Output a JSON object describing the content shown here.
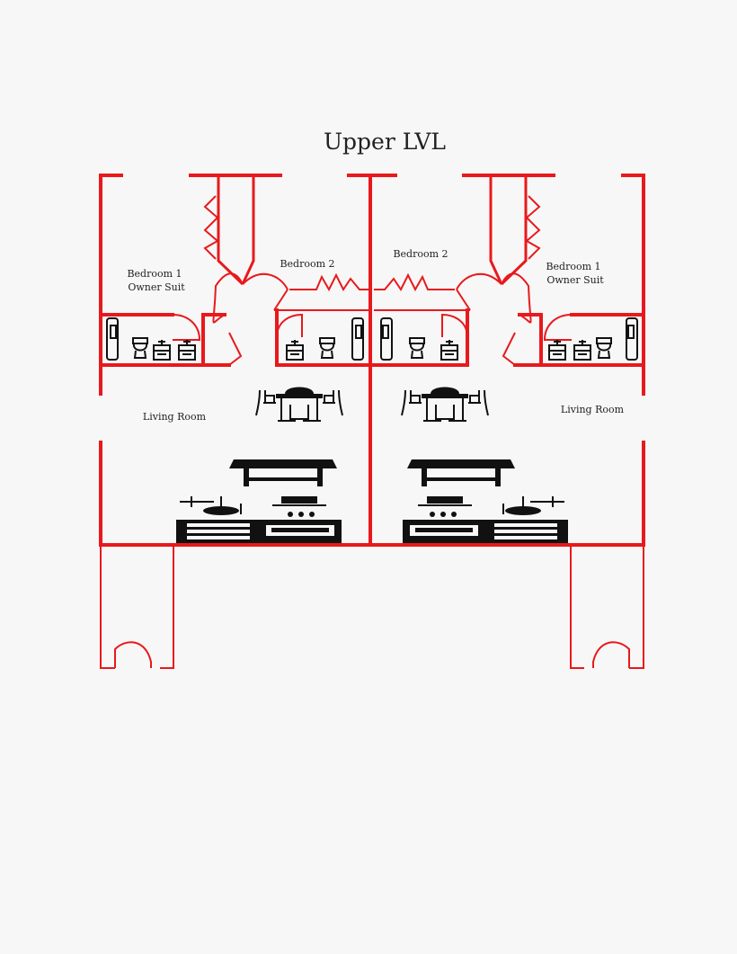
{
  "title": "Upper LVL",
  "colors": {
    "wall": "#e8191c",
    "fixture": "#111111",
    "background": "#f7f7f7"
  },
  "units": [
    {
      "side": "left",
      "rooms": {
        "bedroom1_line1": "Bedroom 1",
        "bedroom1_line2": "Owner Suit",
        "bedroom2": "Bedroom 2",
        "living": "Living  Room"
      }
    },
    {
      "side": "right",
      "rooms": {
        "bedroom1_line1": "Bedroom 1",
        "bedroom1_line2": "Owner Suit",
        "bedroom2": "Bedroom 2",
        "living": "Living  Room"
      }
    }
  ],
  "icons": [
    "shower-icon",
    "toilet-icon",
    "vanity-icon",
    "dining-table-icon",
    "chair-icon",
    "coffee-table-icon",
    "kitchen-stove-icon",
    "door-swing-icon"
  ]
}
